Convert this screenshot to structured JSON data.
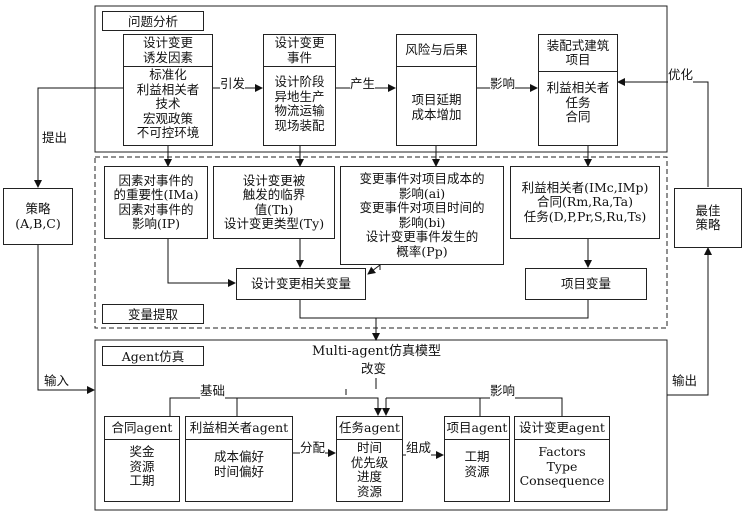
{
  "sections": {
    "problem": "问题分析",
    "extract": "变量提取",
    "agent": "Agent仿真"
  },
  "problem_boxes": {
    "inducement": {
      "title": [
        "设计变更",
        "诱发因素"
      ],
      "body": [
        "标准化",
        "利益相关者",
        "技术",
        "宏观政策",
        "不可控环境"
      ]
    },
    "event": {
      "title": [
        "设计变更",
        "事件"
      ],
      "body": [
        "设计阶段",
        "异地生产",
        "物流运输",
        "现场装配"
      ]
    },
    "risk": {
      "title": [
        "风险与后果"
      ],
      "body": [
        "项目延期",
        "成本增加"
      ]
    },
    "project": {
      "title": [
        "装配式建筑",
        "项目"
      ],
      "body": [
        "利益相关者",
        "任务",
        "合同"
      ]
    }
  },
  "problem_arrows": {
    "trigger": "引发",
    "produce": "产生",
    "influence": "影响"
  },
  "variable_boxes": {
    "factors": [
      "因素对事件的",
      "的重要性(IMa)",
      "因素对事件的",
      "影响(IP)"
    ],
    "threshold": [
      "设计变更被",
      "触发的临界",
      "值(Th)",
      "设计变更类型(Ty)"
    ],
    "impact": [
      "变更事件对项目成本的",
      "影响(ai)",
      "变更事件对项目时间的",
      "影响(bi)",
      "设计变更事件发生的",
      "概率(Pp)"
    ],
    "stakeholder": [
      "利益相关者(IMc,IMp)",
      "合同(Rm,Ra,Ta)",
      "任务(D,P,Pr,S,Ru,Ts)"
    ],
    "design_vars": "设计变更相关变量",
    "project_vars": "项目变量"
  },
  "strategy": {
    "label": "策略",
    "sub": "(A,B,C)"
  },
  "best": {
    "label": [
      "最佳",
      "策略"
    ]
  },
  "side_labels": {
    "propose": "提出",
    "optimize": "优化",
    "input": "输入",
    "output": "输出"
  },
  "agent_area": {
    "model_title": "Multi-agent仿真模型",
    "change": "改变",
    "basis": "基础",
    "influence": "影响",
    "allocate": "分配",
    "compose": "组成"
  },
  "agents": [
    {
      "name": "合同agent",
      "attrs": [
        "奖金",
        "资源",
        "工期"
      ]
    },
    {
      "name": "利益相关者agent",
      "attrs": [
        "成本偏好",
        "时间偏好"
      ]
    },
    {
      "name": "任务agent",
      "attrs": [
        "时间",
        "优先级",
        "进度",
        "资源"
      ]
    },
    {
      "name": "项目agent",
      "attrs": [
        "工期",
        "资源"
      ]
    },
    {
      "name": "设计变更agent",
      "attrs": [
        "Factors",
        "Type",
        "Consequence"
      ]
    }
  ]
}
